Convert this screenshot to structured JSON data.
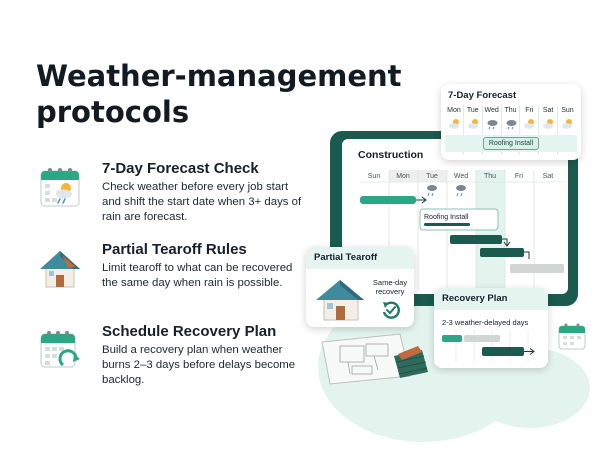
{
  "title": "Weather-management protocols",
  "features": [
    {
      "icon": "calendar-weather-icon",
      "heading": "7-Day Forecast Check",
      "body": "Check weather before every job start and shift the start date when 3+ days of rain are forecast."
    },
    {
      "icon": "house-roof-icon",
      "heading": "Partial Tearoff Rules",
      "body": "Limit tearoff to what can be recovered the same day when rain is possible."
    },
    {
      "icon": "calendar-refresh-icon",
      "heading": "Schedule Recovery Plan",
      "body": "Build a recovery plan when weather burns 2–3 days before delays become backlog."
    }
  ],
  "forecast_card": {
    "title": "7-Day Forecast",
    "days": [
      "Mon",
      "Tue",
      "Wed",
      "Thu",
      "Fri",
      "Sat",
      "Sun"
    ],
    "button": "Roofing Install"
  },
  "construction_card": {
    "title": "Construction",
    "days": [
      "Sun",
      "Mon",
      "Tue",
      "Wed",
      "Thu",
      "Fri",
      "Sat"
    ],
    "task_label": "Roofing Install"
  },
  "tearoff_card": {
    "title": "Partial Tearoff",
    "status": "Same-day recovery"
  },
  "recovery_card": {
    "title": "Recovery Plan",
    "subtitle": "2-3 weather-delayed days"
  },
  "colors": {
    "brand_dark": "#1a5a4f",
    "brand_green": "#2aa783",
    "mint": "#e5f4ef"
  }
}
